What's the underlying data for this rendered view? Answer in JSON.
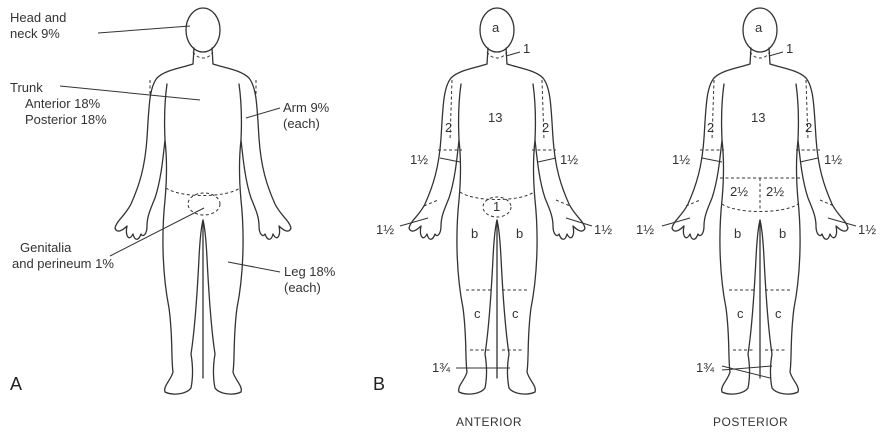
{
  "panel_a": {
    "letter": "A",
    "labels": {
      "head_1": "Head and",
      "head_2": "neck 9%",
      "trunk_1": "Trunk",
      "trunk_2": "Anterior 18%",
      "trunk_3": "Posterior 18%",
      "arm_1": "Arm 9%",
      "arm_2": "(each)",
      "genitalia_1": "Genitalia",
      "genitalia_2": "and perineum 1%",
      "leg_1": "Leg 18%",
      "leg_2": "(each)"
    }
  },
  "panel_b": {
    "letter": "B",
    "anterior": {
      "title": "ANTERIOR",
      "head": "a",
      "neck": "1",
      "trunk": "13",
      "upper_arm_left": "2",
      "upper_arm_right": "2",
      "forearm_left": "1½",
      "forearm_right": "1½",
      "hand_left": "1½",
      "hand_right": "1½",
      "genitalia": "1",
      "thigh_left": "b",
      "thigh_right": "b",
      "lower_leg_left": "c",
      "lower_leg_right": "c",
      "foot": "1¾"
    },
    "posterior": {
      "title": "POSTERIOR",
      "head": "a",
      "neck": "1",
      "trunk": "13",
      "upper_arm_left": "2",
      "upper_arm_right": "2",
      "forearm_left": "1½",
      "forearm_right": "1½",
      "hand_left": "1½",
      "hand_right": "1½",
      "buttock_left": "2½",
      "buttock_right": "2½",
      "thigh_left": "b",
      "thigh_right": "b",
      "lower_leg_left": "c",
      "lower_leg_right": "c",
      "foot": "1¾"
    }
  }
}
